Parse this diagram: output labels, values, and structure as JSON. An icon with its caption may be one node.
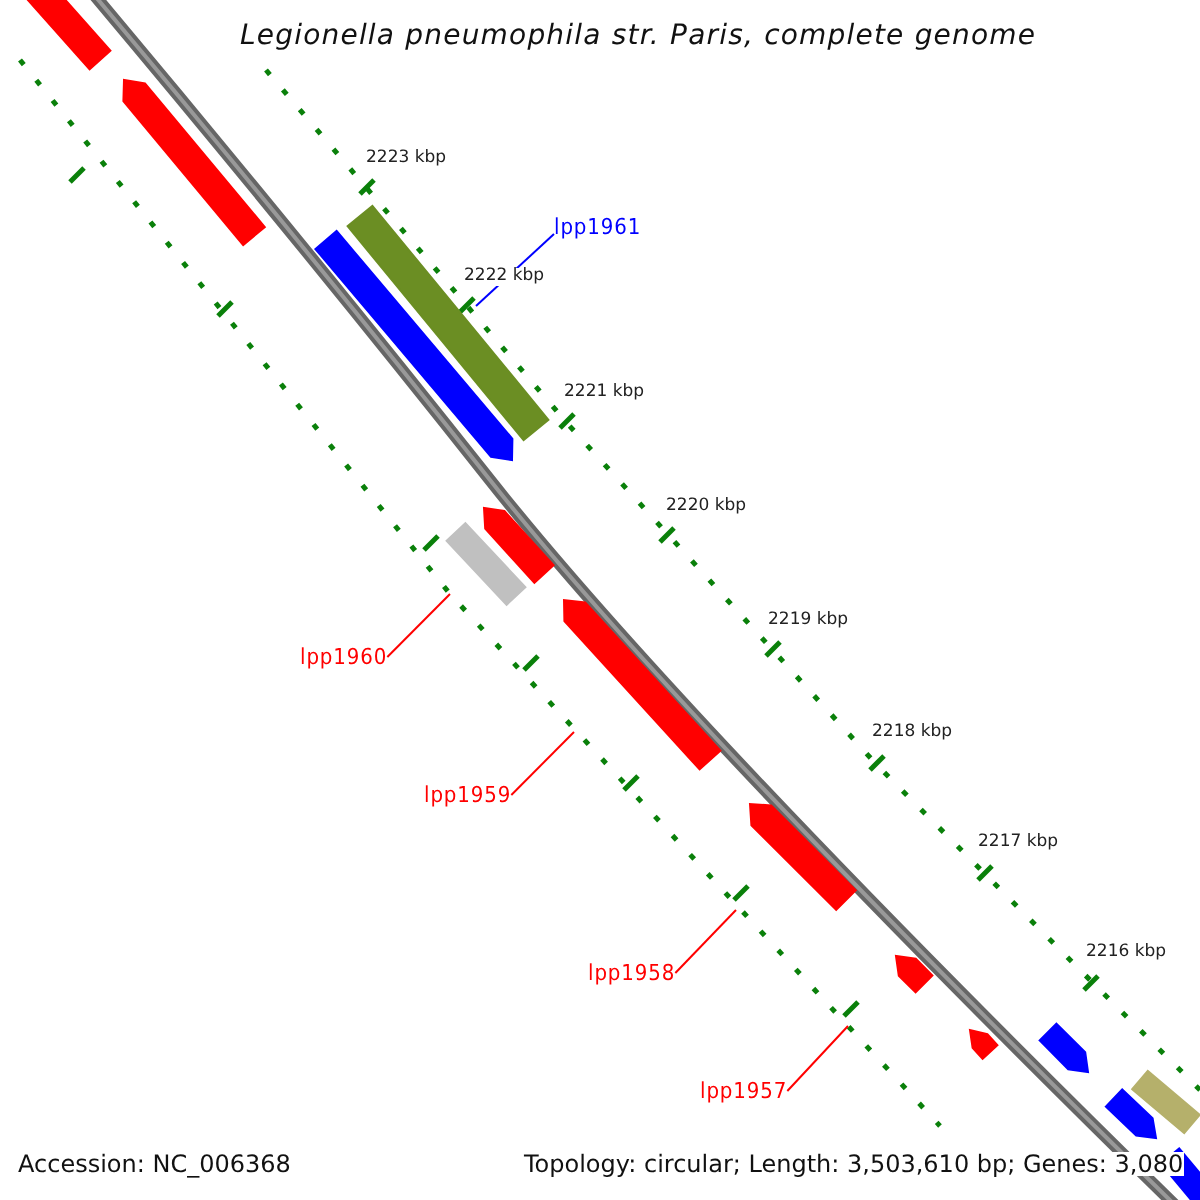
{
  "diagram": {
    "title": "Legionella pneumophila str. Paris, complete genome",
    "nodes": [
      {
        "text": [
          "lpp1961"
        ]
      },
      {
        "text": [
          "lpp1960"
        ]
      },
      {
        "text": [
          "lpp1959"
        ]
      },
      {
        "text": [
          "lpp1958"
        ]
      },
      {
        "text": [
          "lpp1957"
        ]
      }
    ],
    "edges": [
      {
        "from": 0,
        "to": null,
        "arrow": "none",
        "color": "#0000ff"
      },
      {
        "from": 1,
        "to": null,
        "arrow": "none"
      },
      {
        "from": 2,
        "to": null,
        "arrow": "none"
      },
      {
        "from": 3,
        "to": null,
        "arrow": "none"
      },
      {
        "from": 4,
        "to": null,
        "arrow": "none"
      }
    ],
    "labels": [
      "2223 kbp",
      "2222 kbp",
      "2221 kbp",
      "2220 kbp",
      "2219 kbp",
      "2218 kbp",
      "2217 kbp",
      "2216 kbp",
      "Accession: NC_006368",
      "Topology: circular; Length: 3,503,610 bp; Genes: 3,080"
    ]
  }
}
